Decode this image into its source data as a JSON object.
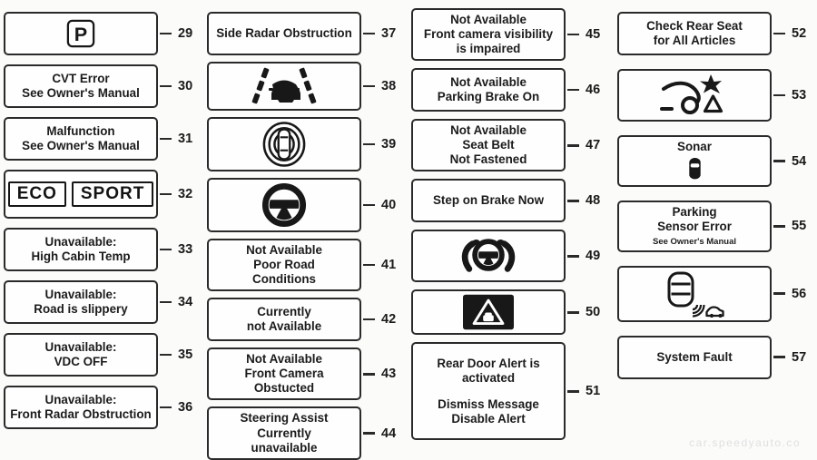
{
  "watermark": "car.speedyauto.co",
  "colors": {
    "background": "#fbfbfa",
    "box_border": "#2a2a2a",
    "text": "#1b1b1b",
    "icon": "#181818",
    "watermark": "#e0e0e0"
  },
  "columns": [
    {
      "items": [
        {
          "number": "29",
          "icon": "parking-switch-icon"
        },
        {
          "number": "30",
          "lines": [
            "CVT Error",
            "See Owner's Manual"
          ]
        },
        {
          "number": "31",
          "lines": [
            "Malfunction",
            "See Owner's Manual"
          ]
        },
        {
          "number": "32",
          "badges": [
            "ECO",
            "SPORT"
          ]
        },
        {
          "number": "33",
          "lines": [
            "Unavailable:",
            "High Cabin Temp"
          ]
        },
        {
          "number": "34",
          "lines": [
            "Unavailable:",
            "Road is slippery"
          ]
        },
        {
          "number": "35",
          "lines": [
            "Unavailable:",
            "VDC OFF"
          ]
        },
        {
          "number": "36",
          "lines": [
            "Unavailable:",
            "Front Radar Obstruction"
          ]
        }
      ]
    },
    {
      "items": [
        {
          "number": "37",
          "lines": [
            "Side Radar Obstruction"
          ]
        },
        {
          "number": "38",
          "icon": "lane-departure-icon"
        },
        {
          "number": "39",
          "icon": "surround-view-icon"
        },
        {
          "number": "40",
          "icon": "steering-wheel-icon"
        },
        {
          "number": "41",
          "lines": [
            "Not Available",
            "Poor Road",
            "Conditions"
          ]
        },
        {
          "number": "42",
          "lines": [
            "Currently",
            "not Available"
          ]
        },
        {
          "number": "43",
          "lines": [
            "Not Available",
            "Front Camera",
            "Obstucted"
          ]
        },
        {
          "number": "44",
          "lines": [
            "Steering Assist",
            "Currently",
            "unavailable"
          ]
        }
      ]
    },
    {
      "items": [
        {
          "number": "45",
          "lines": [
            "Not Available",
            "Front camera visibility",
            "is impaired"
          ]
        },
        {
          "number": "46",
          "lines": [
            "Not Available",
            "Parking Brake On"
          ]
        },
        {
          "number": "47",
          "lines": [
            "Not Available",
            "Seat Belt",
            "Not Fastened"
          ]
        },
        {
          "number": "48",
          "lines": [
            "Step on Brake Now"
          ]
        },
        {
          "number": "49",
          "icon": "hands-on-wheel-icon"
        },
        {
          "number": "50",
          "icon": "propilot-sign-icon"
        },
        {
          "number": "51",
          "lines": [
            "Rear Door Alert is",
            "activated",
            "",
            "Dismiss Message",
            "Disable Alert"
          ]
        }
      ]
    },
    {
      "items": [
        {
          "number": "52",
          "lines": [
            "Check Rear Seat",
            "for All Articles"
          ]
        },
        {
          "number": "53",
          "icon": "collision-warning-icon"
        },
        {
          "number": "54",
          "lines": [
            "Sonar"
          ],
          "icon": "sonar-car-icon"
        },
        {
          "number": "55",
          "lines": [
            "Parking",
            "Sensor Error"
          ],
          "small_line": "See Owner's Manual"
        },
        {
          "number": "56",
          "icon": "cross-traffic-icon"
        },
        {
          "number": "57",
          "lines": [
            "System Fault"
          ]
        }
      ]
    }
  ]
}
